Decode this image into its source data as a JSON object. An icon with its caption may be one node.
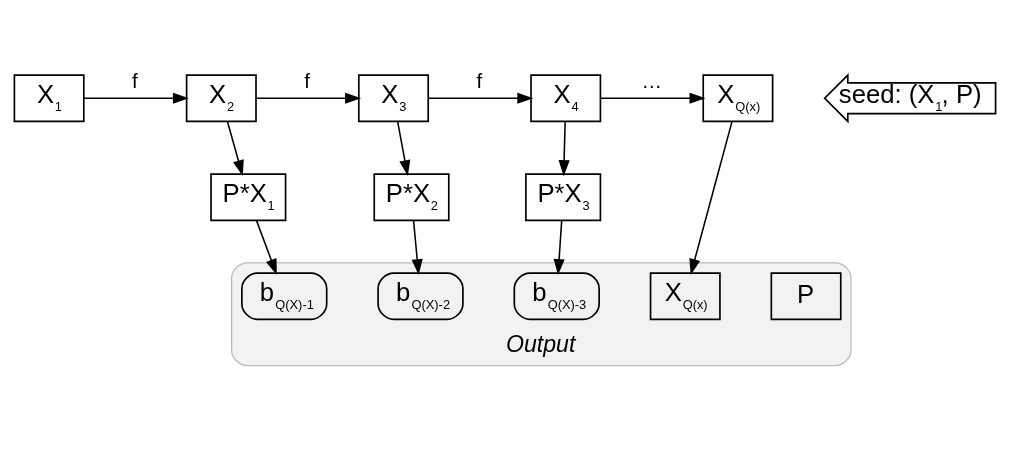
{
  "diagram": {
    "nodes": [
      {
        "text": [
          "X$_{Q(x)}$"
        ]
      },
      {
        "text": [
          "X$_{4}$"
        ]
      },
      {
        "text": [
          "X$_{3}$"
        ]
      },
      {
        "text": [
          "X$_{2}$"
        ]
      },
      {
        "text": [
          "X$_{1}$"
        ]
      },
      {
        "text": [
          "seed: (X$_{1}$, P)"
        ]
      },
      {
        "text": [
          "P*X$_{3}$"
        ]
      },
      {
        "text": [
          "P*X$_{2}$"
        ]
      },
      {
        "text": [
          "P*X$_{1}$"
        ]
      },
      {
        "text": [
          "Output"
        ]
      },
      {
        "text": [
          "P"
        ],
        "in": 9
      },
      {
        "text": [
          "X$_{Q(x)}$"
        ],
        "in": 9
      },
      {
        "text": [
          "b$_{Q(X)-3}$"
        ],
        "in": 9
      },
      {
        "text": [
          "b$_{Q(X)-2}$"
        ],
        "in": 9
      },
      {
        "text": [
          "b$_{Q(X)-1}$"
        ],
        "in": 9
      }
    ],
    "edges": [
      {
        "from": 4,
        "to": 3,
        "arrow": "to",
        "label": "f"
      },
      {
        "from": 3,
        "to": 2,
        "arrow": "to",
        "label": "f"
      },
      {
        "from": 2,
        "to": 1,
        "arrow": "to",
        "label": "f"
      },
      {
        "from": 1,
        "to": 0,
        "arrow": "to",
        "label": "…"
      },
      {
        "from": 0,
        "to": 11,
        "arrow": "to"
      },
      {
        "from": 1,
        "to": 6,
        "arrow": "to"
      },
      {
        "from": 2,
        "to": 7,
        "arrow": "to"
      },
      {
        "from": 3,
        "to": 8,
        "arrow": "to"
      },
      {
        "from": 6,
        "to": 12,
        "arrow": "to"
      },
      {
        "from": 7,
        "to": 13,
        "arrow": "to"
      },
      {
        "from": 8,
        "to": 14,
        "arrow": "to"
      }
    ]
  }
}
